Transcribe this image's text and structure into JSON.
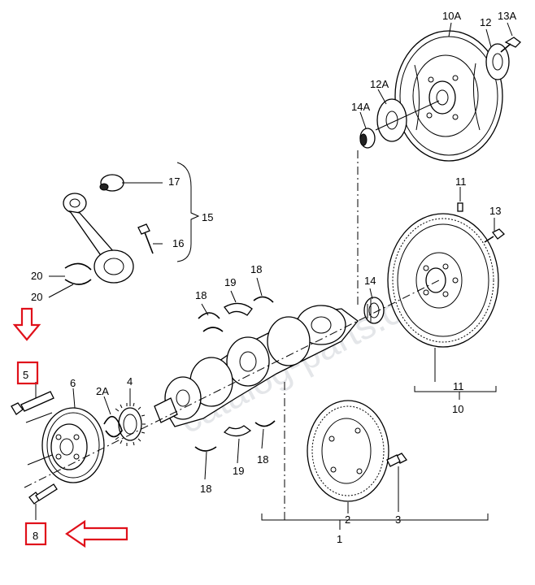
{
  "watermark": "catalog-parts.com",
  "labels": {
    "l1": "1",
    "l2": "2",
    "l3": "3",
    "l4": "4",
    "l5": "5",
    "l6": "6",
    "l8": "8",
    "l10": "10",
    "l10a": "10A",
    "l11a": "11",
    "l11b": "11",
    "l12": "12",
    "l12a": "12A",
    "l13": "13",
    "l13a": "13A",
    "l14": "14",
    "l14a": "14A",
    "l15": "15",
    "l16": "16",
    "l17": "17",
    "l18a": "18",
    "l18b": "18",
    "l18c": "18",
    "l18d": "18",
    "l19a": "19",
    "l19b": "19",
    "l20a": "20",
    "l20b": "20",
    "l2a": "2A"
  },
  "highlight_color": "#e0101a"
}
